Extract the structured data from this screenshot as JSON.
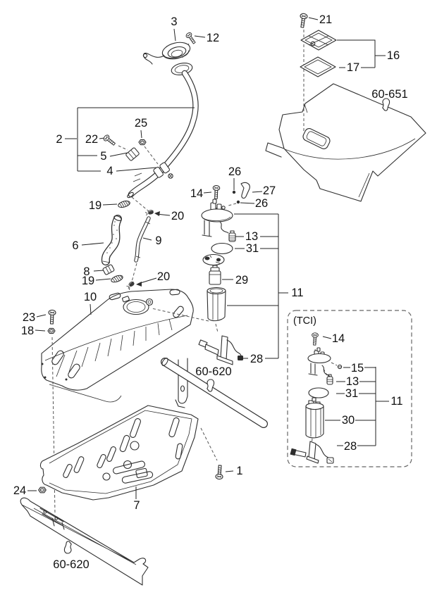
{
  "diagram_title": "fuel-tank-parts-diagram",
  "parts": {
    "1": "1",
    "2": "2",
    "3": "3",
    "4": "4",
    "5": "5",
    "6": "6",
    "7": "7",
    "8": "8",
    "9": "9",
    "10": "10",
    "11": "11",
    "12": "12",
    "13": "13",
    "14": "14",
    "15": "15",
    "16": "16",
    "17": "17",
    "18": "18",
    "19": "19",
    "20": "20",
    "21": "21",
    "22": "22",
    "23": "23",
    "24": "24",
    "25": "25",
    "26": "26",
    "27": "27",
    "28": "28",
    "29": "29",
    "30": "30",
    "31": "31"
  },
  "refs": {
    "floor_panel": "60-651",
    "crossmember": "60-620",
    "side_rail": "60-620"
  },
  "variant_box": {
    "label": "(TCI)"
  },
  "colors": {
    "line": "#2e2e2e",
    "dash": "#555555",
    "text": "#111111",
    "background": "#ffffff"
  }
}
